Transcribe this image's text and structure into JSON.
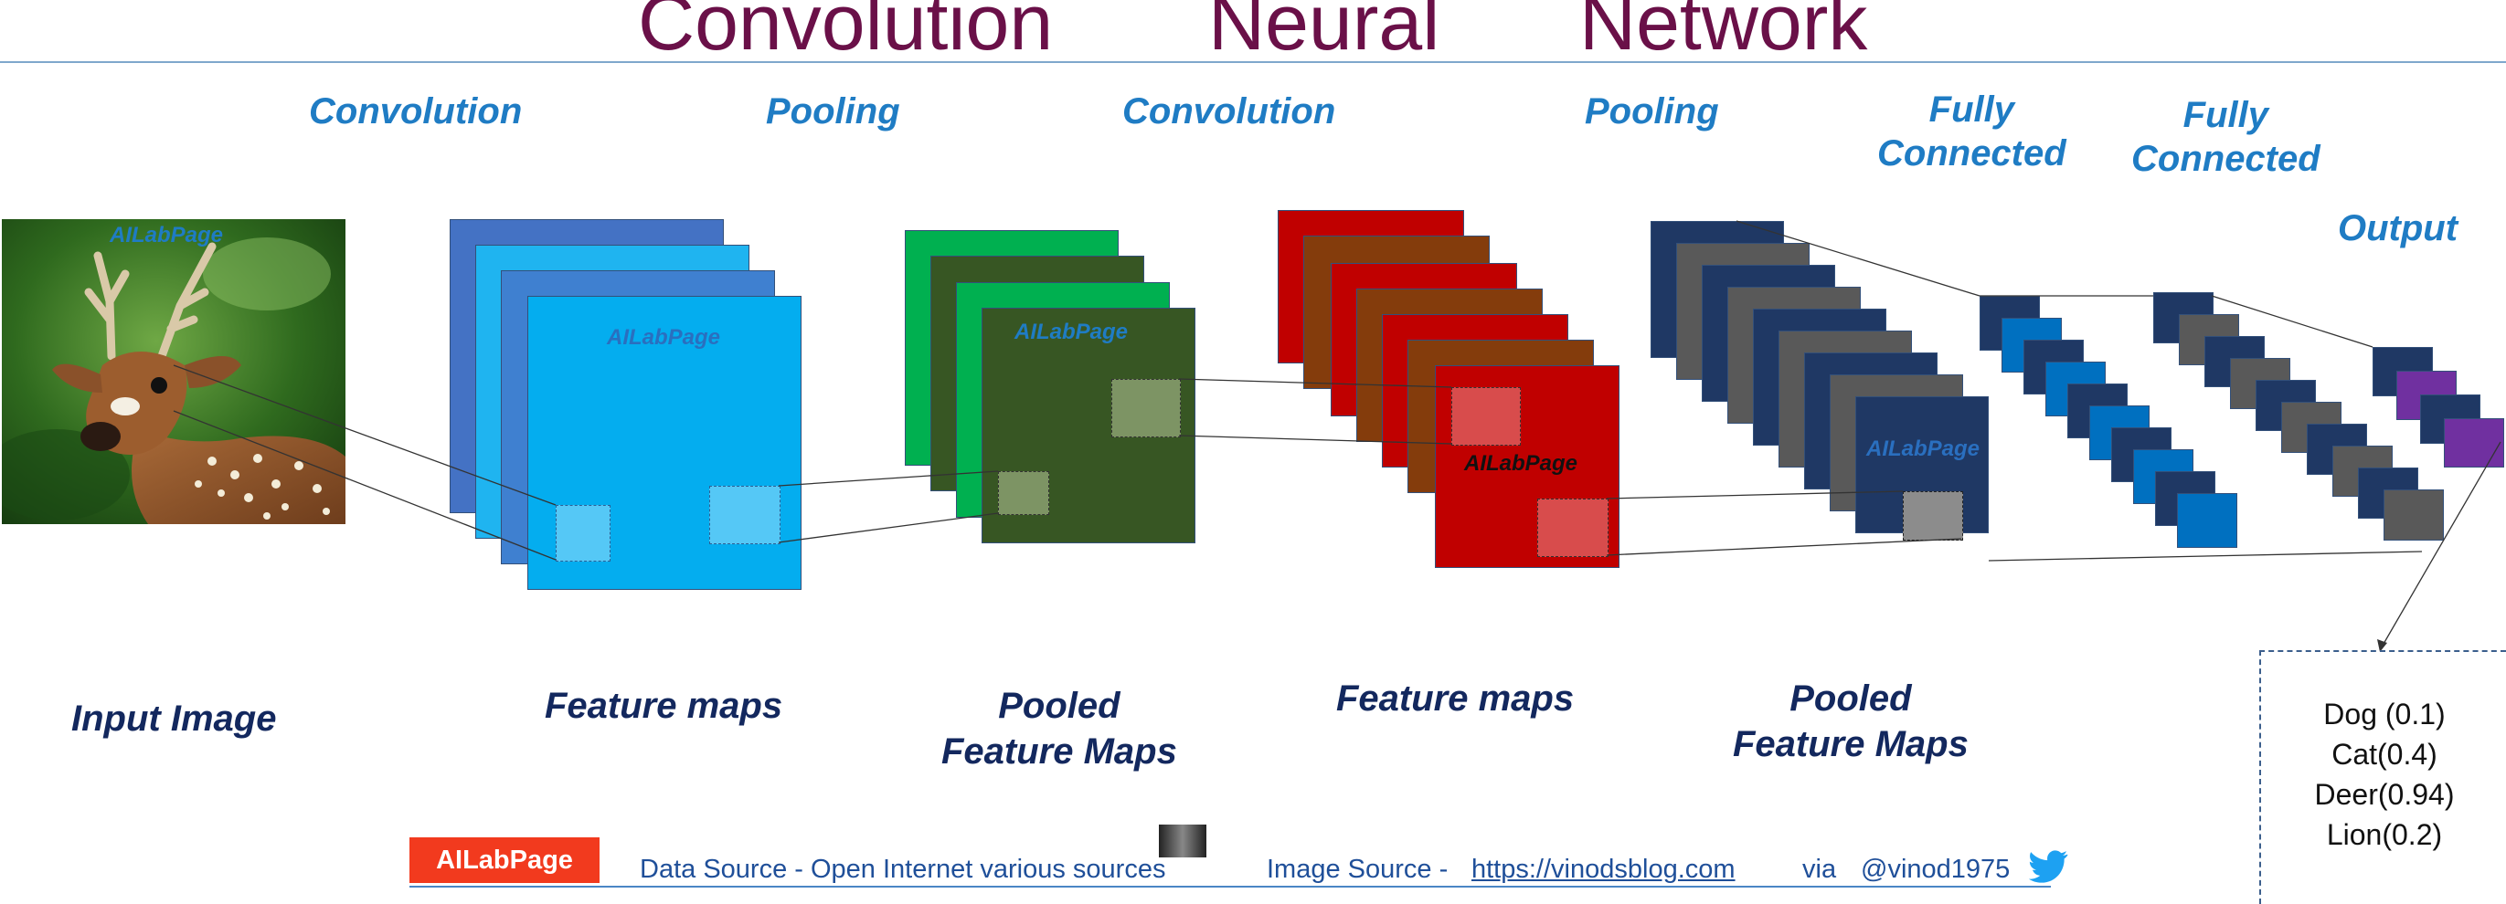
{
  "title": {
    "words": [
      "Convolution",
      "Neural",
      "Network"
    ]
  },
  "stages": {
    "conv1": "Convolution",
    "pool1": "Pooling",
    "conv2": "Convolution",
    "pool2": "Pooling",
    "fc1": "Fully\nConnected",
    "fc2": "Fully\nConnected",
    "output": "Output"
  },
  "bottom_labels": {
    "input": "Input Image",
    "fmaps1": "Feature maps",
    "pooled1": "Pooled\nFeature Maps",
    "fmaps2": "Feature maps",
    "pooled2": "Pooled\nFeature Maps"
  },
  "watermarks": {
    "input": "AILabPage",
    "conv1": "AILabPage",
    "pool1": "AILabPage",
    "conv2": "AILabPage",
    "pool2": "AILabPage"
  },
  "output_predictions": [
    "Dog (0.1)",
    "Cat(0.4)",
    "Deer(0.94)",
    "Lion(0.2)"
  ],
  "footer": {
    "badge": "AILabPage",
    "data_source": "Data Source -  Open Internet  various sources",
    "image_source_label": "Image Source -",
    "image_source_link": "https://vinodsblog.com",
    "via": "via",
    "handle": "@vinod1975",
    "twitter_icon": "twitter-bird-icon"
  },
  "colors": {
    "title": "#6a1048",
    "stage_label": "#1f7cc4",
    "bottom_label": "#13285e",
    "conv1_layers": [
      "#4472c4",
      "#1fb4f0",
      "#3f80d0",
      "#04adef"
    ],
    "pool1_layers": [
      "#00b050",
      "#375623",
      "#00b050",
      "#375623"
    ],
    "conv2_layers": [
      "#c00000",
      "#843c0c",
      "#c00000",
      "#843c0c",
      "#c00000",
      "#843c0c",
      "#c00000"
    ],
    "pool2_layers": [
      "#1f3864",
      "#595959"
    ],
    "fc1_layers": [
      "#1f3864",
      "#0070c0"
    ],
    "fc2_layers": [
      "#1f3864",
      "#595959"
    ],
    "output_layers": [
      "#1f3864",
      "#7030a0"
    ],
    "badge": "#f23a1e"
  }
}
